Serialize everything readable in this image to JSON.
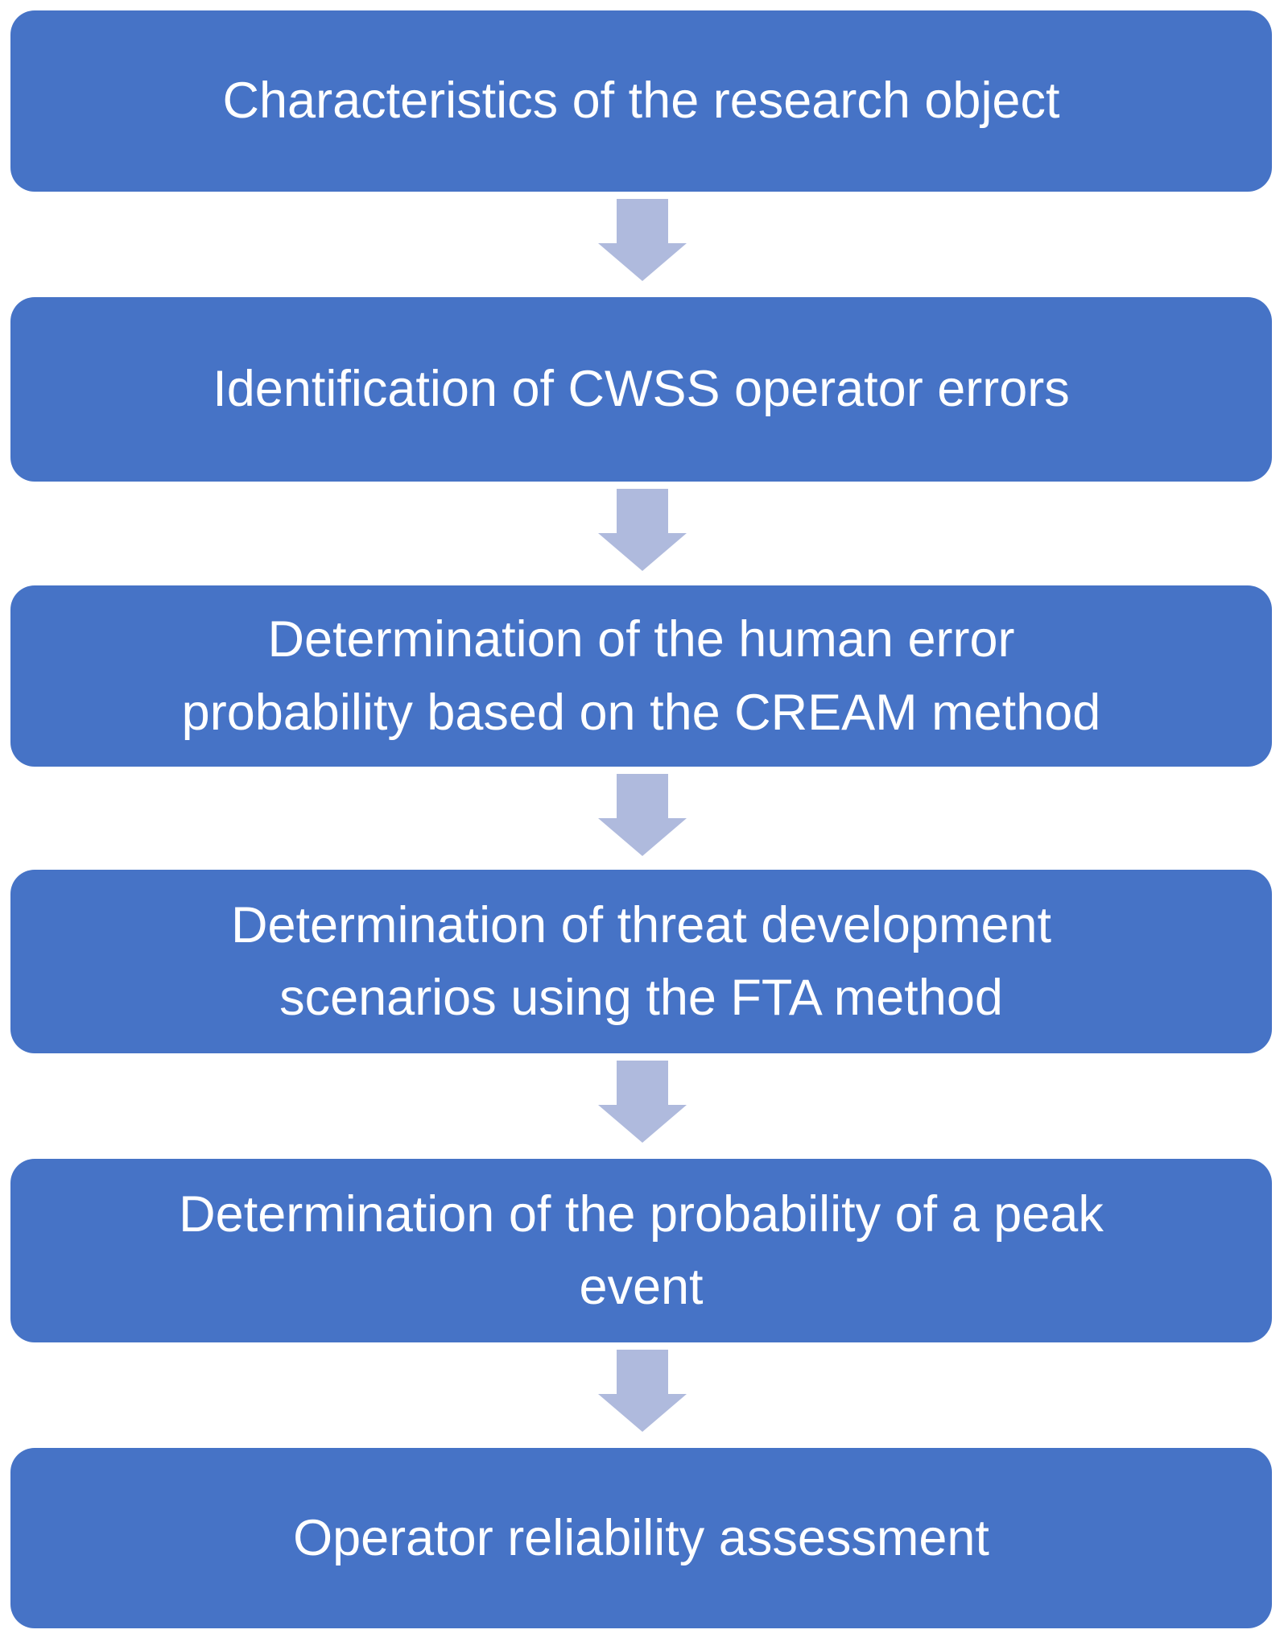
{
  "figure": {
    "type": "flowchart",
    "direction": "top-down",
    "step_count": 6
  },
  "colors": {
    "background": "#FFFFFF",
    "box_fill": "#4673C6",
    "box_text": "#FFFFFF",
    "arrow_fill": "#AFBADD"
  },
  "steps": [
    {
      "label": "Characteristics of the research object"
    },
    {
      "label": "Identification of CWSS operator errors"
    },
    {
      "label": "Determination of the human error\nprobability based on the CREAM method"
    },
    {
      "label": "Determination of threat development\nscenarios using the FTA method"
    },
    {
      "label": "Determination of the probability of a peak\nevent"
    },
    {
      "label": "Operator reliability assessment"
    }
  ],
  "connectors": [
    {
      "name": "down-arrow"
    },
    {
      "name": "down-arrow"
    },
    {
      "name": "down-arrow"
    },
    {
      "name": "down-arrow"
    },
    {
      "name": "down-arrow"
    }
  ]
}
